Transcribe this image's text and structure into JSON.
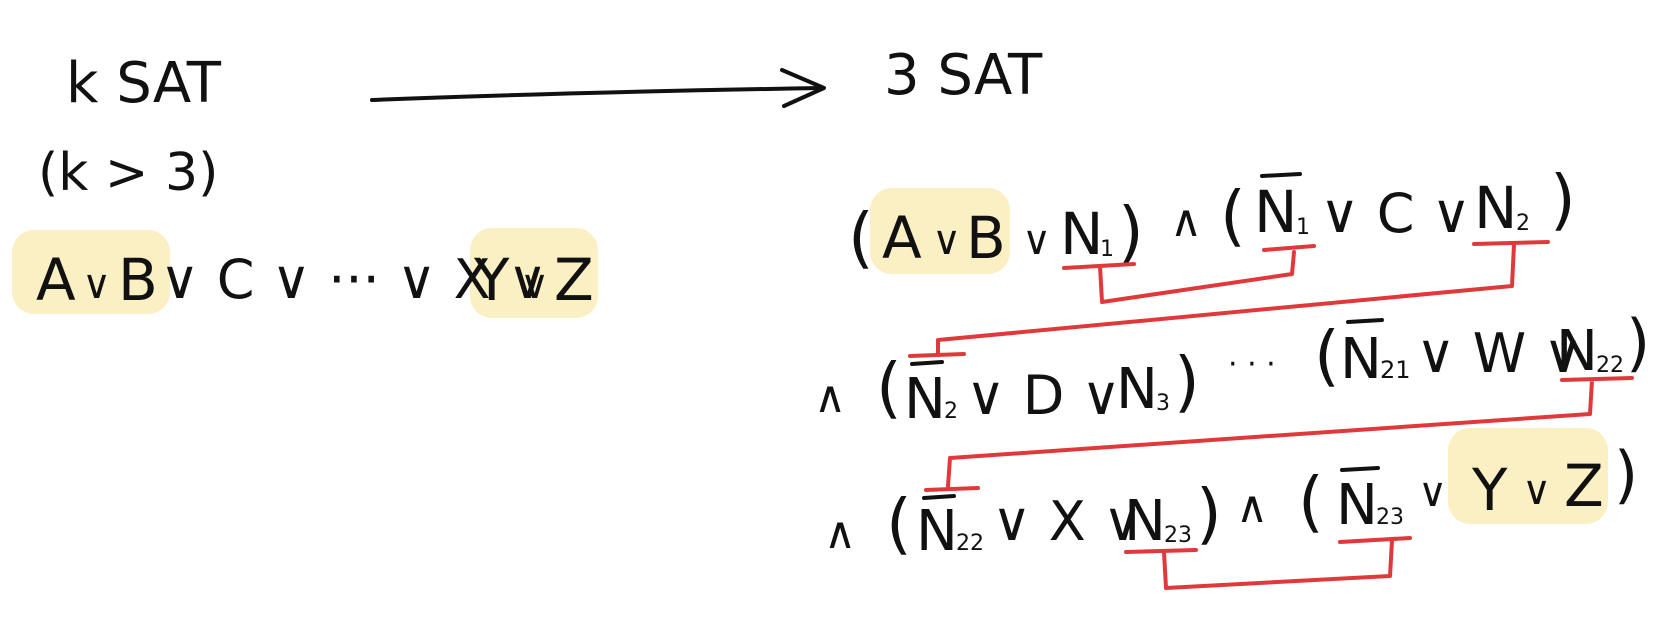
{
  "colors": {
    "ink": "#111111",
    "connector": "#e0393b",
    "highlight": "#fbefc4"
  },
  "left": {
    "title": "k SAT",
    "condition": "(k > 3)",
    "clause": {
      "A": "A",
      "or1": "∨",
      "B": "B",
      "rest": "∨ C ∨ ··· ∨ X ∨",
      "Y": "Y",
      "or2": "∨",
      "Z": "Z"
    }
  },
  "arrow": {
    "icon": "long-right-arrow"
  },
  "right": {
    "title": "3 SAT",
    "row1": {
      "open": "(",
      "A": "A",
      "or1": "∨",
      "B": "B",
      "or2": "∨",
      "N1": "N",
      "N1_sub": "1",
      "close": ")",
      "and": "∧",
      "open2": "(",
      "nN1": "N",
      "nN1_sub": "1",
      "mid": "∨ C ∨",
      "N2": "N",
      "N2_sub": "2",
      "close2": ")"
    },
    "row2": {
      "and": "∧",
      "open": "(",
      "nN2": "N",
      "nN2_sub": "2",
      "mid": "∨ D ∨",
      "N3": "N",
      "N3_sub": "3",
      "close": ")",
      "dots": "· · ·",
      "open2": "(",
      "nN21": "N",
      "nN21_sub": "21",
      "mid2": "∨ W ∨",
      "N22": "N",
      "N22_sub": "22",
      "close2": ")"
    },
    "row3": {
      "and": "∧",
      "open": "(",
      "nN22": "N",
      "nN22_sub": "22",
      "mid": "∨ X ∨",
      "N23": "N",
      "N23_sub": "23",
      "close": ")",
      "and2": "∧",
      "open2": "(",
      "nN23": "N",
      "nN23_sub": "23",
      "or": "∨",
      "Y": "Y",
      "or2": "∨",
      "Z": "Z",
      "close2": ")"
    }
  }
}
